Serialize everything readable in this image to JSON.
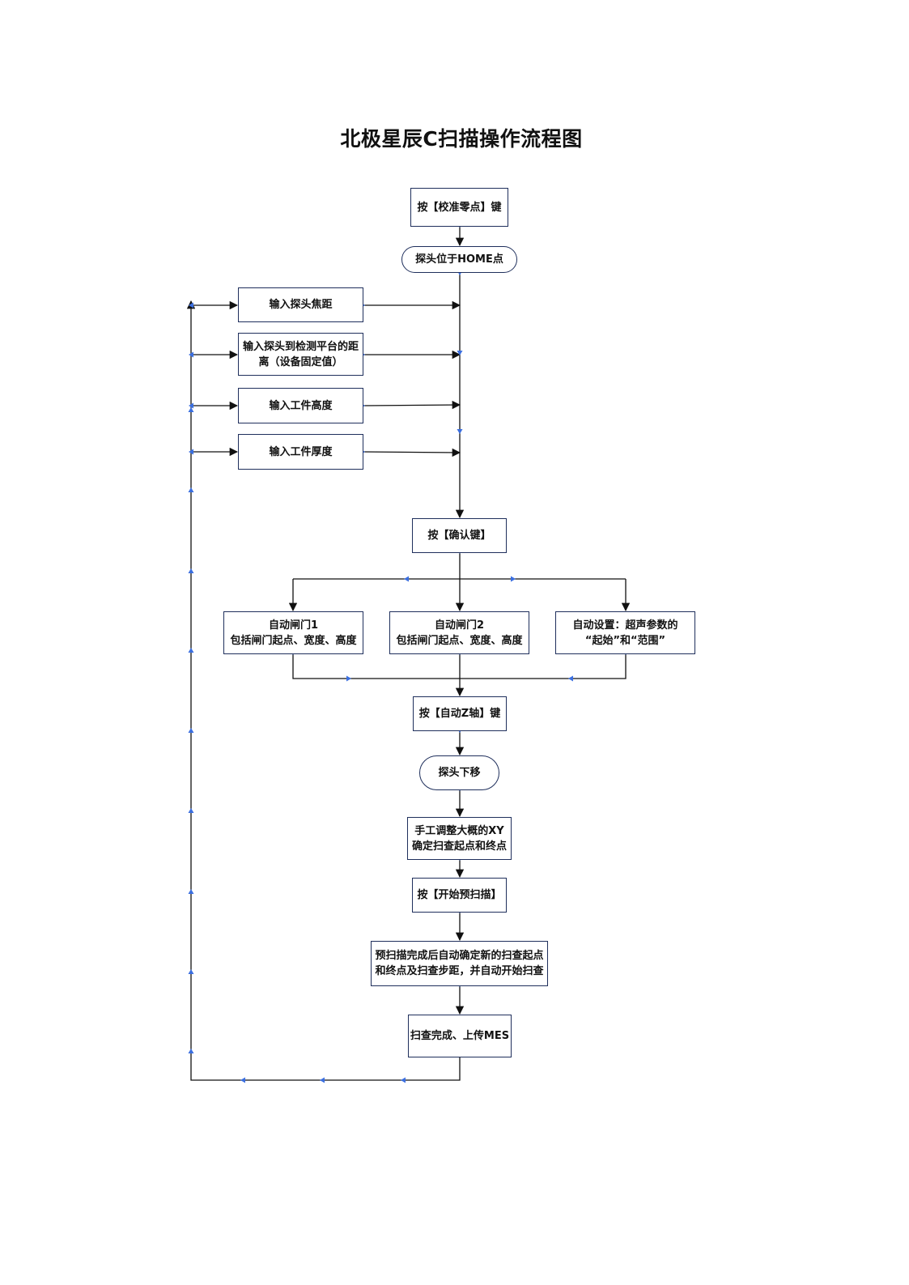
{
  "title": "北极星辰C扫描操作流程图",
  "colors": {
    "line": "#111111",
    "box_border": "#1f2f5c",
    "connector_marker": "#3b6fe0"
  },
  "nodes": {
    "calibrate": {
      "lines": [
        "按【校准零点】键"
      ]
    },
    "home": {
      "lines": [
        "探头位于HOME点"
      ]
    },
    "focal": {
      "lines": [
        "输入探头焦距"
      ]
    },
    "distance": {
      "lines": [
        "输入探头到检测平台的距",
        "离（设备固定值）"
      ]
    },
    "height": {
      "lines": [
        "输入工件高度"
      ]
    },
    "thickness": {
      "lines": [
        "输入工件厚度"
      ]
    },
    "confirm": {
      "lines": [
        "按【确认键】"
      ]
    },
    "gate1": {
      "lines": [
        "自动闸门1",
        "包括闸门起点、宽度、高度"
      ]
    },
    "gate2": {
      "lines": [
        "自动闸门2",
        "包括闸门起点、宽度、高度"
      ]
    },
    "ultrasound": {
      "lines": [
        "自动设置：超声参数的",
        "“起始”和“范围”"
      ]
    },
    "autoz": {
      "lines": [
        "按【自动Z轴】键"
      ]
    },
    "probe_down": {
      "lines": [
        "探头下移"
      ]
    },
    "adjust_xy": {
      "lines": [
        "手工调整大概的XY",
        "确定扫查起点和终点"
      ]
    },
    "prescan": {
      "lines": [
        "按【开始预扫描】"
      ]
    },
    "auto_scan": {
      "lines": [
        "预扫描完成后自动确定新的扫查起点",
        "和终点及扫查步距，并自动开始扫查"
      ]
    },
    "upload": {
      "lines": [
        "扫查完成、上传MES"
      ]
    }
  }
}
